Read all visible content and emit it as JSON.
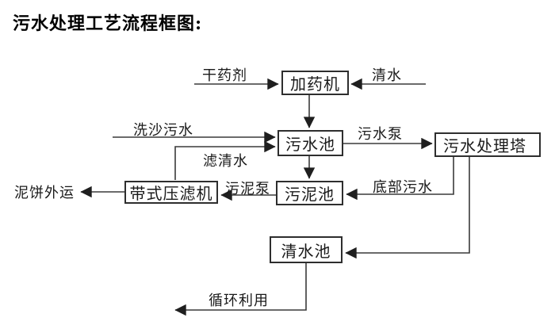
{
  "title": "污水处理工艺流程框图:",
  "colors": {
    "background": "#ffffff",
    "ink": "#1a1a1a",
    "line": "#3a3a3a",
    "box_border": "#2e2e2e"
  },
  "flowchart": {
    "nodes": {
      "dosing_machine": "加药机",
      "sewage_pool": "污水池",
      "treatment_tower": "污水处理塔",
      "sludge_pool": "污泥池",
      "belt_filter_press": "带式压滤机",
      "clean_water_pool": "清水池"
    },
    "labels": {
      "dry_chemical": "干药剂",
      "clean_water": "清水",
      "sand_washing_sewage": "洗沙污水",
      "filtered_water": "滤清水",
      "sewage_pump": "污水泵",
      "bottom_sewage": "底部污水",
      "sludge_pump": "污泥泵",
      "mud_cake_out": "泥饼外运",
      "recycle_use": "循环利用"
    },
    "edges": [
      {
        "from": "dry_chemical_input",
        "to": "dosing_machine",
        "label": "干药剂"
      },
      {
        "from": "clean_water_input",
        "to": "dosing_machine",
        "label": "清水"
      },
      {
        "from": "dosing_machine",
        "to": "sewage_pool",
        "label": ""
      },
      {
        "from": "sand_washing_sewage_input",
        "to": "sewage_pool",
        "label": "洗沙污水"
      },
      {
        "from": "belt_filter_press",
        "to": "sewage_pool",
        "label": "滤清水"
      },
      {
        "from": "sewage_pool",
        "to": "treatment_tower",
        "label": "污水泵"
      },
      {
        "from": "sewage_pool",
        "to": "sludge_pool",
        "label": ""
      },
      {
        "from": "treatment_tower",
        "to": "sludge_pool",
        "label": "底部污水"
      },
      {
        "from": "treatment_tower",
        "to": "clean_water_pool",
        "label": ""
      },
      {
        "from": "sludge_pool",
        "to": "belt_filter_press",
        "label": "污泥泵"
      },
      {
        "from": "belt_filter_press",
        "to": "mud_cake_out",
        "label": "泥饼外运"
      },
      {
        "from": "clean_water_pool",
        "to": "recycle_use_output",
        "label": "循环利用"
      }
    ]
  }
}
